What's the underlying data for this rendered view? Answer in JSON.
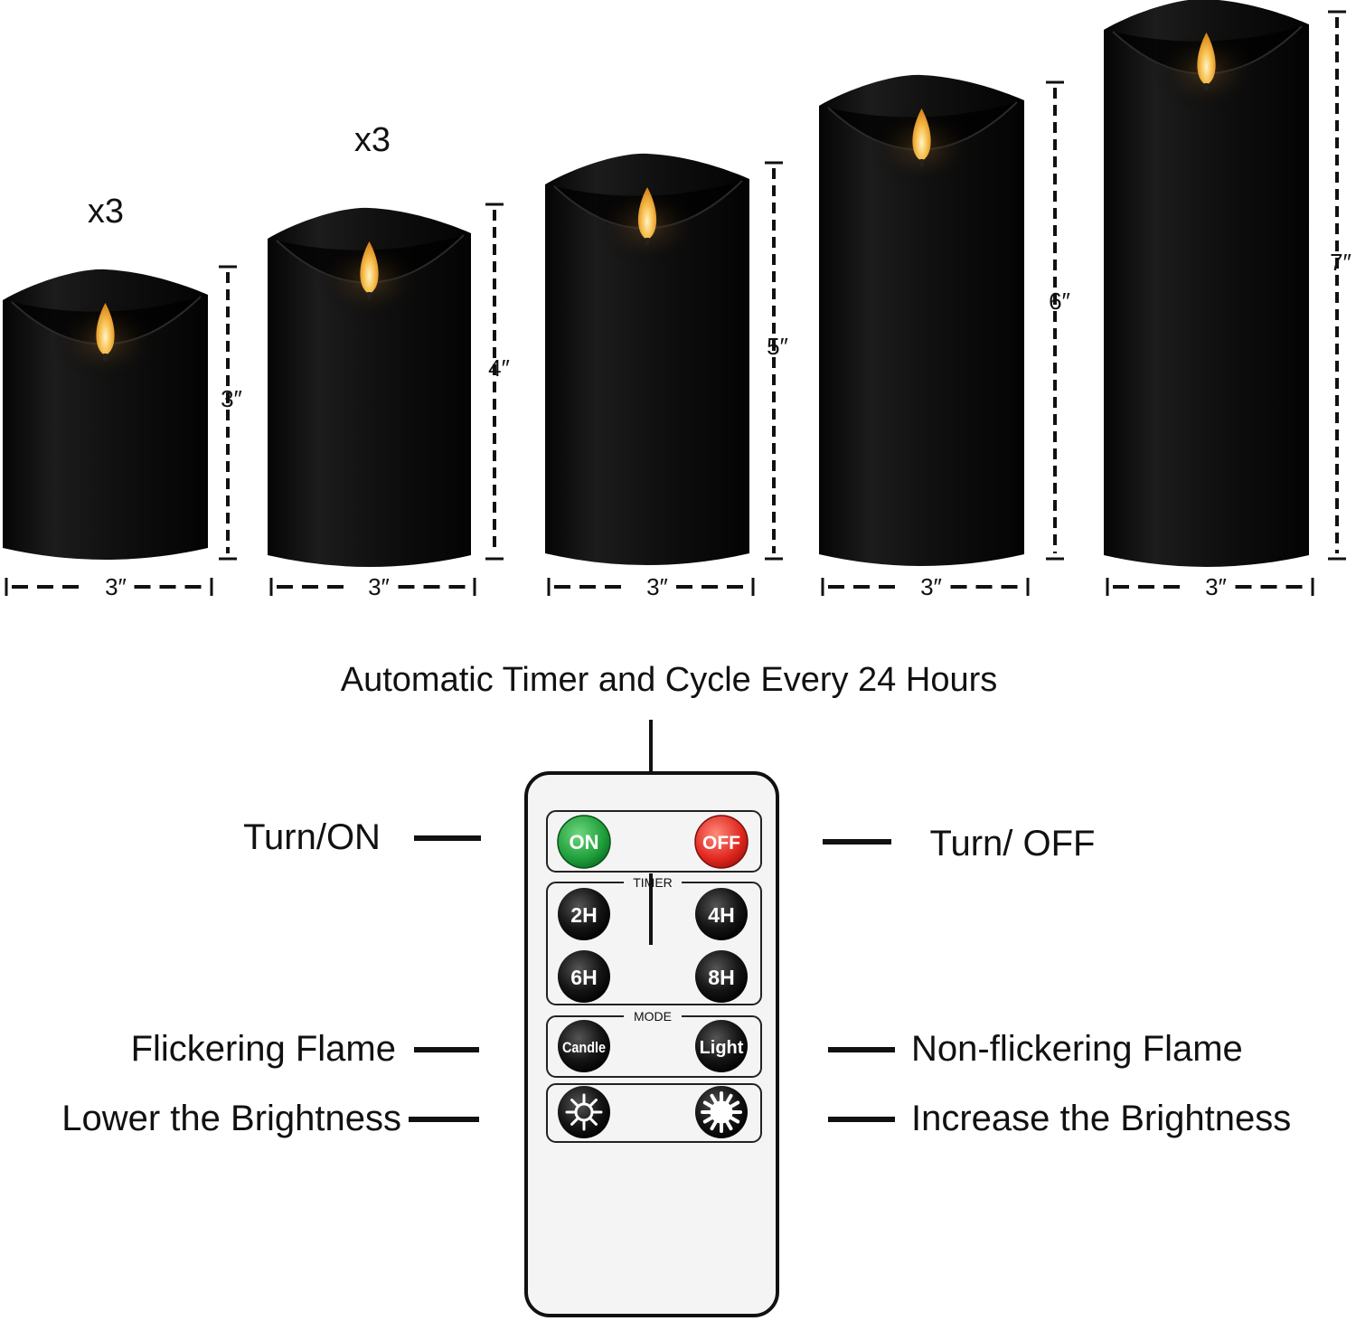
{
  "candles": [
    {
      "quantity": "x3",
      "height_label": "3″",
      "width_label": "3″"
    },
    {
      "quantity": "x3",
      "height_label": "4″",
      "width_label": "3″"
    },
    {
      "quantity": "",
      "height_label": "5″",
      "width_label": "3″"
    },
    {
      "quantity": "",
      "height_label": "6″",
      "width_label": "3″"
    },
    {
      "quantity": "",
      "height_label": "7″",
      "width_label": "3″"
    }
  ],
  "timer_caption": "Automatic Timer and Cycle Every 24 Hours",
  "callouts": {
    "turn_on": "Turn/ON",
    "turn_off": "Turn/ OFF",
    "flickering": "Flickering Flame",
    "non_flickering": "Non-flickering Flame",
    "lower_brightness": "Lower the Brightness",
    "increase_brightness": "Increase the Brightness"
  },
  "remote": {
    "on_label": "ON",
    "off_label": "OFF",
    "timer_section": "TIMER",
    "timer_buttons": [
      "2H",
      "4H",
      "6H",
      "8H"
    ],
    "mode_section": "MODE",
    "candle_label": "Candle",
    "light_label": "Light",
    "dim_icon": "sun-outline-icon",
    "bright_icon": "sun-filled-icon"
  },
  "colors": {
    "candle_body": "#0b0b0b",
    "flame": "#f5b33b",
    "on_button": "#1e9e3a",
    "off_button": "#e0261f",
    "remote_body": "#f4f4f4"
  }
}
